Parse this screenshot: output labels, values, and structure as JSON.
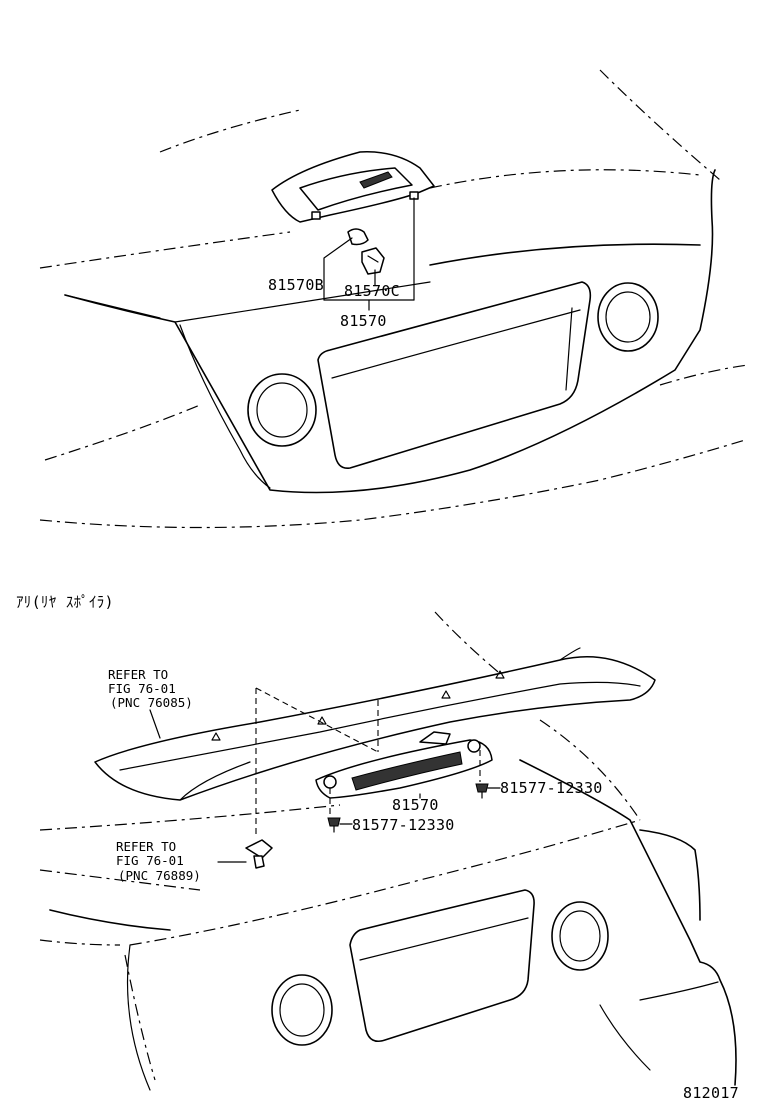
{
  "top_view": {
    "label_81570B": "81570B",
    "label_81570C": "81570C",
    "label_81570": "81570"
  },
  "bottom_view": {
    "section_title": "ｱﾘ(ﾘﾔ ｽﾎﾟｲﾗ)",
    "refer_a": {
      "line1": "REFER TO",
      "line2": "FIG 76-01",
      "line3": "(PNC 76085)"
    },
    "refer_b": {
      "line1": "REFER TO",
      "line2": "FIG 76-01",
      "line3": "(PNC 76889)"
    },
    "label_81570": "81570",
    "screw_right": "81577-12330",
    "screw_left": "81577-12330"
  },
  "figure_code": "812017"
}
